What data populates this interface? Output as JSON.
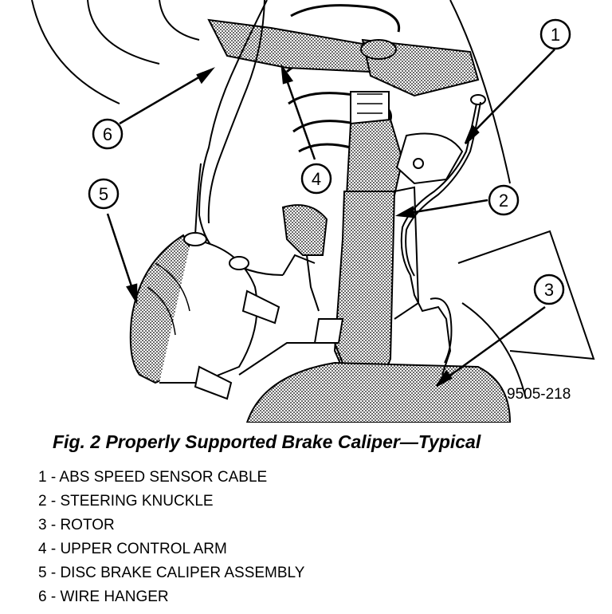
{
  "figure": {
    "id": "9505-218",
    "callouts": [
      "1",
      "2",
      "3",
      "4",
      "5",
      "6"
    ]
  },
  "caption": "Fig. 2 Properly Supported Brake Caliper—Typical",
  "legend": [
    "1 - ABS SPEED SENSOR CABLE",
    "2 - STEERING KNUCKLE",
    "3 - ROTOR",
    "4 - UPPER CONTROL ARM",
    "5 - DISC BRAKE CALIPER ASSEMBLY",
    "6 - WIRE HANGER"
  ],
  "colors": {
    "ink": "#000000",
    "paper": "#ffffff",
    "shade": "#a8a8a8"
  }
}
